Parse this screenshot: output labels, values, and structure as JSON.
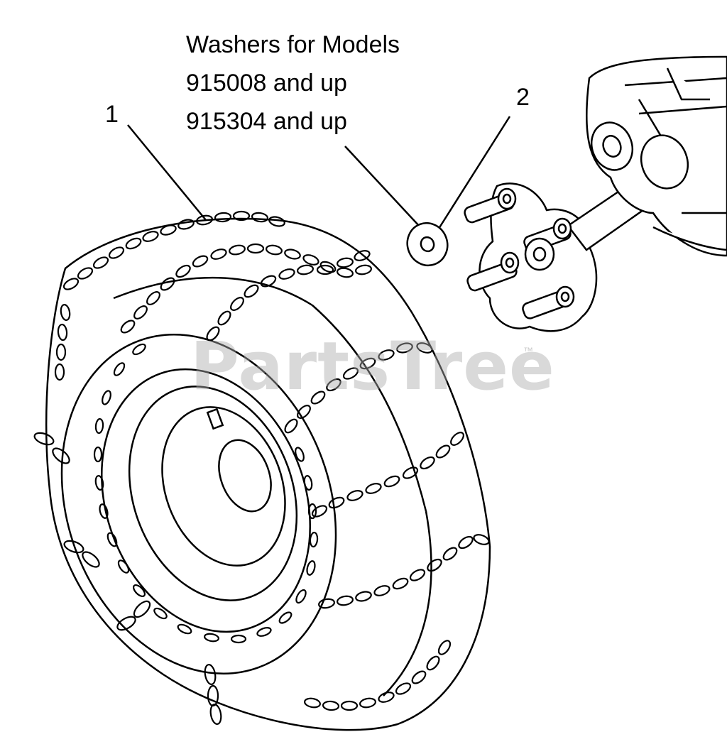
{
  "note": {
    "line1": "Washers for Models",
    "line2": "915008 and up",
    "line3": "915304 and up"
  },
  "callouts": {
    "one": "1",
    "two": "2"
  },
  "watermark": {
    "text": "PartsTree",
    "tm": "™"
  },
  "colors": {
    "ink": "#000000",
    "paper": "#ffffff",
    "watermark": "#aaaaaa"
  }
}
